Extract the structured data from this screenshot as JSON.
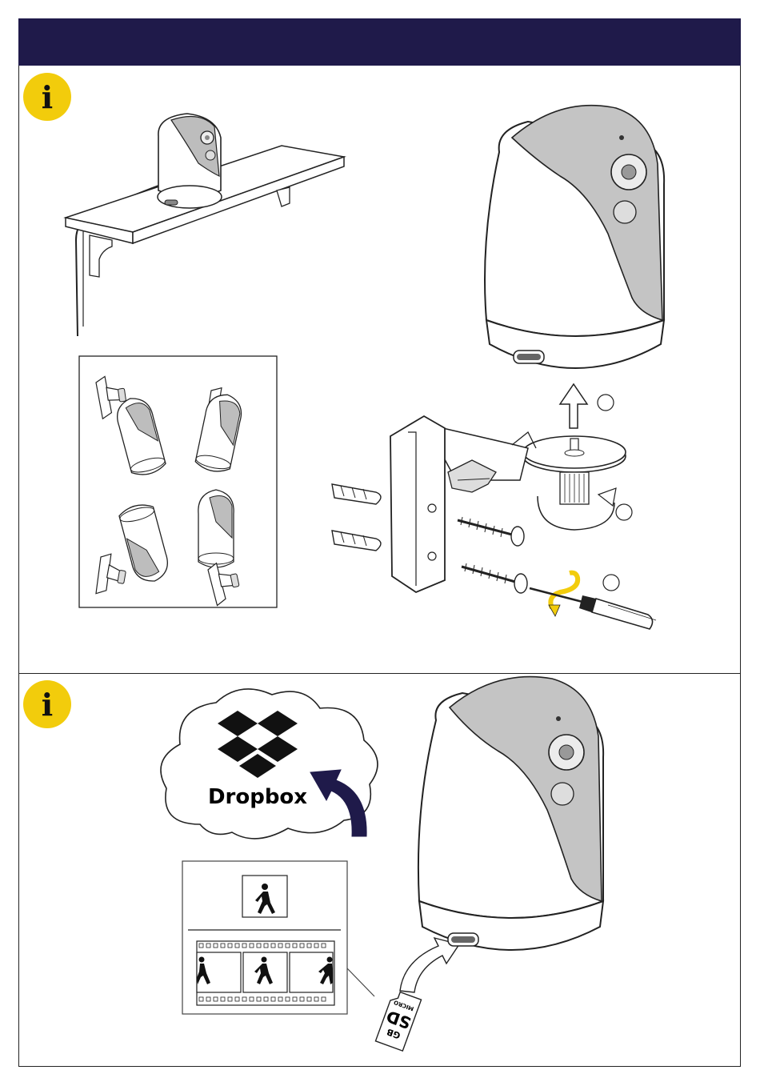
{
  "colors": {
    "header": "#1f1a4a",
    "info_badge": "#f2cc0c",
    "arrow_accent": "#1f1a4a",
    "rotate_arrow": "#f2cc0c",
    "line": "#222222",
    "shade": "#bdbdbd"
  },
  "section_1": {
    "info_icon_glyph": "i",
    "icons": [
      "camera-on-shelf",
      "mount-orientations-panel",
      "camera-wall-mount-exploded-view",
      "screwdriver-icon"
    ]
  },
  "section_2": {
    "info_icon_glyph": "i",
    "cloud": {
      "service_label": "Dropbox"
    },
    "sd_card": {
      "line1": "GB",
      "line2": "SD",
      "line3": "MICRO"
    },
    "icons": [
      "dropbox-logo",
      "walking-person-icon",
      "film-strip",
      "micro-sd-card"
    ]
  }
}
